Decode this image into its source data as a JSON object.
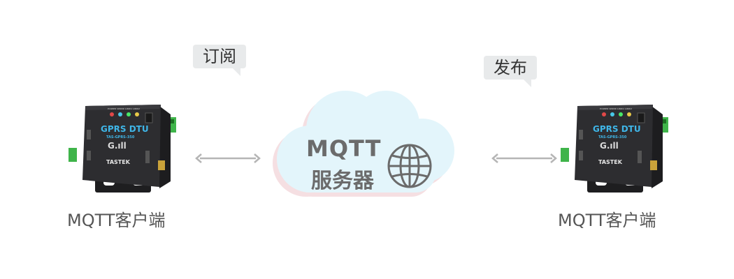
{
  "left_bubble": {
    "label": "订阅"
  },
  "right_bubble": {
    "label": "发布"
  },
  "server": {
    "line1": "MQTT",
    "line2": "服务器"
  },
  "left_client": {
    "label": "MQTT客户端",
    "device": {
      "model": "GPRS DTU",
      "sub_model": "TAS-GPRS-350",
      "brand": "TASTEK",
      "logo": "G.ıll",
      "leds": "POWER WORK LINK1 LINK2"
    }
  },
  "right_client": {
    "label": "MQTT客户端",
    "device": {
      "model": "GPRS DTU",
      "sub_model": "TAS-GPRS-350",
      "brand": "TASTEK",
      "logo": "G.ıll",
      "leds": "POWER WORK LINK1 LINK2"
    }
  },
  "colors": {
    "arrow": "#b5b5b5",
    "cloud_fill": "#e3f5fb",
    "cloud_shadow": "#f3d8dc",
    "device_body": "#2d2d30",
    "accent_blue": "#3fb6e8",
    "terminal_green": "#3fb44a"
  },
  "icons": {
    "globe": "globe-icon",
    "arrow": "double-arrow-icon"
  }
}
